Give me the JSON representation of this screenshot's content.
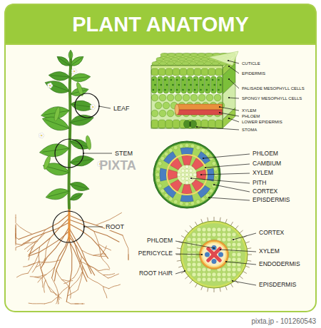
{
  "diagram": {
    "title": "PLANT ANATOMY",
    "labels": [
      "LEAF",
      "STEM",
      "ROOT",
      "CUTICLE",
      "EPIDERMIS",
      "PALISADE MESOPHYLL CELLS",
      "SPONGY MESOPHYLL CELLS",
      "XYLEM",
      "PHLOEM",
      "LOWER EPIDERMIS",
      "STOMA",
      "PHLOEM",
      "CAMBIUM",
      "XYLEM",
      "PITH",
      "CORTEX",
      "EPISDERMIS",
      "CORTEX",
      "PHLOEM",
      "XYLEM",
      "PERICYCLE",
      "ENDODERMIS",
      "ROOT HAIR",
      "EPISDERMIS",
      "PIXTA",
      "pixta.jp - 101260543"
    ]
  }
}
